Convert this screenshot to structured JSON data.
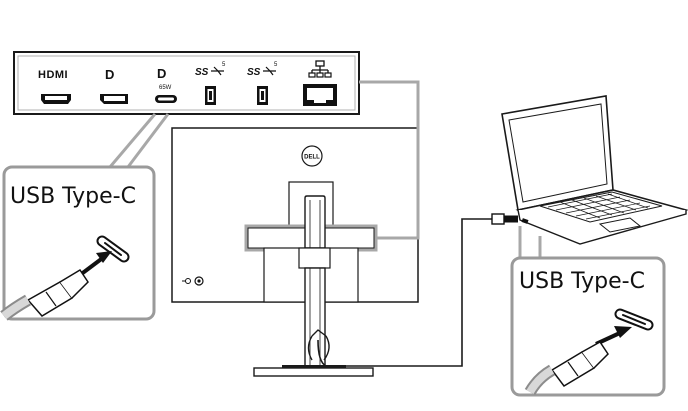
{
  "ports_panel": {
    "hdmi_label": "HDMI",
    "dp_in_label": "D",
    "dp_out_label": "D",
    "usbc_power_label": "65W",
    "usb_a1_label": "SS",
    "usb_a1_speed": "5",
    "usb_a2_label": "SS",
    "usb_a2_speed": "5",
    "ethernet_icon": "network-icon"
  },
  "monitor": {
    "brand_logo": "DELL"
  },
  "callouts": {
    "monitor_side_label": "USB Type-C",
    "laptop_side_label": "USB Type-C"
  },
  "colors": {
    "line": "#1a1a1a",
    "callout_border": "#9a9a9a",
    "cable_gray": "#8c8c8c"
  }
}
